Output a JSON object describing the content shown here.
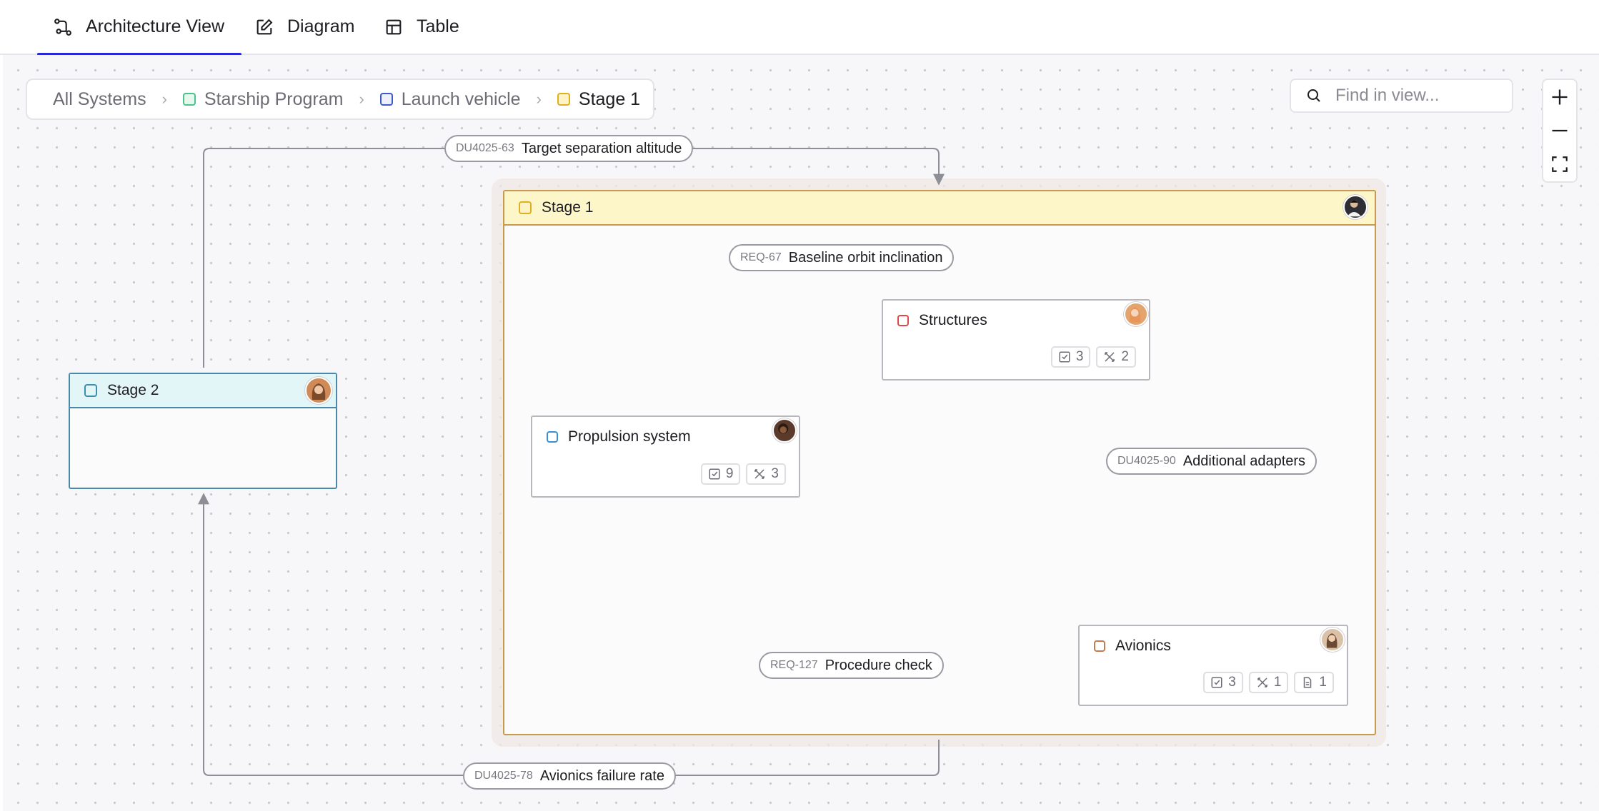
{
  "tabs": [
    {
      "label": "Architecture View",
      "icon": "architecture-icon",
      "active": true
    },
    {
      "label": "Diagram",
      "icon": "edit-icon",
      "active": false
    },
    {
      "label": "Table",
      "icon": "table-icon",
      "active": false
    }
  ],
  "breadcrumb": [
    {
      "label": "All Systems",
      "color": null
    },
    {
      "label": "Starship Program",
      "color": "#4cc38a"
    },
    {
      "label": "Launch vehicle",
      "color": "#3b5bcc"
    },
    {
      "label": "Stage 1",
      "color": "#e0b020"
    }
  ],
  "search": {
    "placeholder": "Find in view..."
  },
  "zoom": {
    "in": "+",
    "out": "−",
    "fit": "fit"
  },
  "groups": {
    "stage1": {
      "title": "Stage 1",
      "color": "#e0b020",
      "header_bg": "#fdf6c9",
      "border": "#c89a4e"
    },
    "stage2": {
      "title": "Stage 2",
      "color": "#3b8fb0",
      "header_bg": "#e2f5f7",
      "border": "#4a89a8"
    }
  },
  "nodes": {
    "structures": {
      "title": "Structures",
      "color": "#e04848",
      "requirements": "3",
      "tests": "2"
    },
    "propulsion": {
      "title": "Propulsion system",
      "color": "#3b8fd0",
      "requirements": "9",
      "tests": "3"
    },
    "avionics": {
      "title": "Avionics",
      "color": "#c47a50",
      "requirements": "3",
      "tests": "1",
      "documents": "1"
    }
  },
  "edges": {
    "separation": {
      "id": "DU4025-63",
      "text": "Target separation altitude"
    },
    "inclination": {
      "id": "REQ-67",
      "text": "Baseline orbit inclination"
    },
    "adapters": {
      "id": "DU4025-90",
      "text": "Additional adapters"
    },
    "procedure": {
      "id": "REQ-127",
      "text": "Procedure check"
    },
    "failure": {
      "id": "DU4025-78",
      "text": "Avionics failure rate"
    }
  },
  "colors": {
    "accent": "#2a2ad4",
    "edge": "#8e8e96"
  }
}
